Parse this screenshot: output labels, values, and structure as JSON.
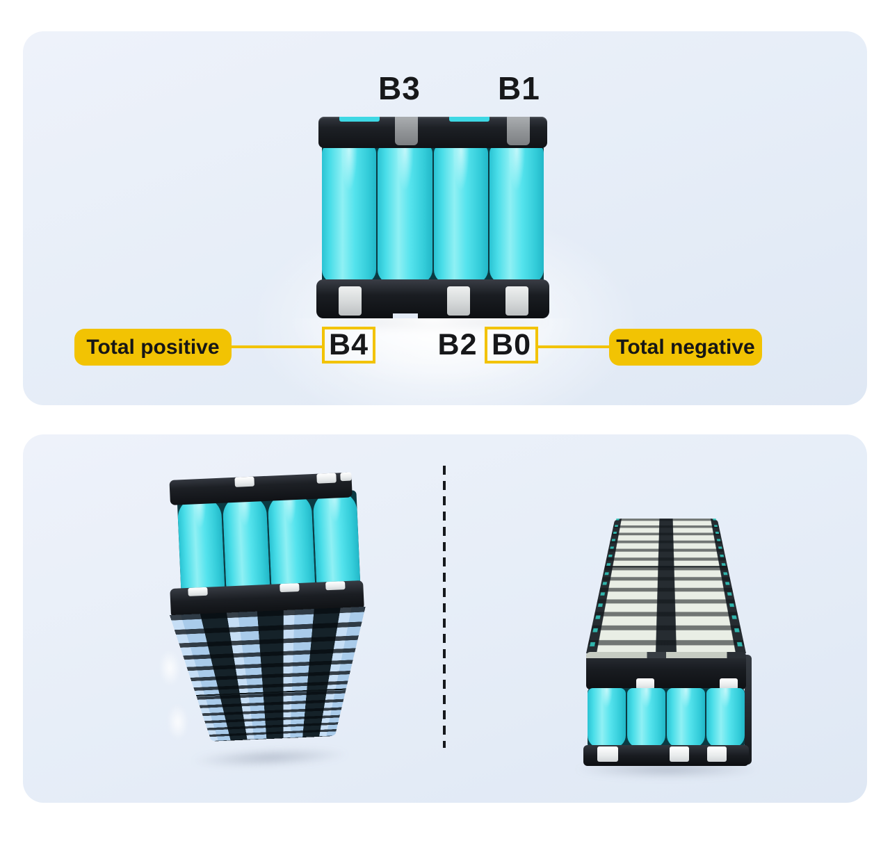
{
  "colors": {
    "page_bg": "#ffffff",
    "panel_bg": "#e9eff8",
    "accent_yellow": "#f2c303",
    "cell_cyan": "#45dee9",
    "frame_black": "#1b1e23",
    "nickel_silver": "#d9dcdd",
    "busbar_blue": "#bfd9f1",
    "busbar_white": "#e9eee5",
    "label_text": "#17181a"
  },
  "top_panel": {
    "labels": {
      "b3": "B3",
      "b1": "B1",
      "b4": "B4",
      "b2": "B2",
      "b0": "B0"
    },
    "callouts": {
      "positive": "Total positive",
      "negative": "Total negative"
    }
  }
}
